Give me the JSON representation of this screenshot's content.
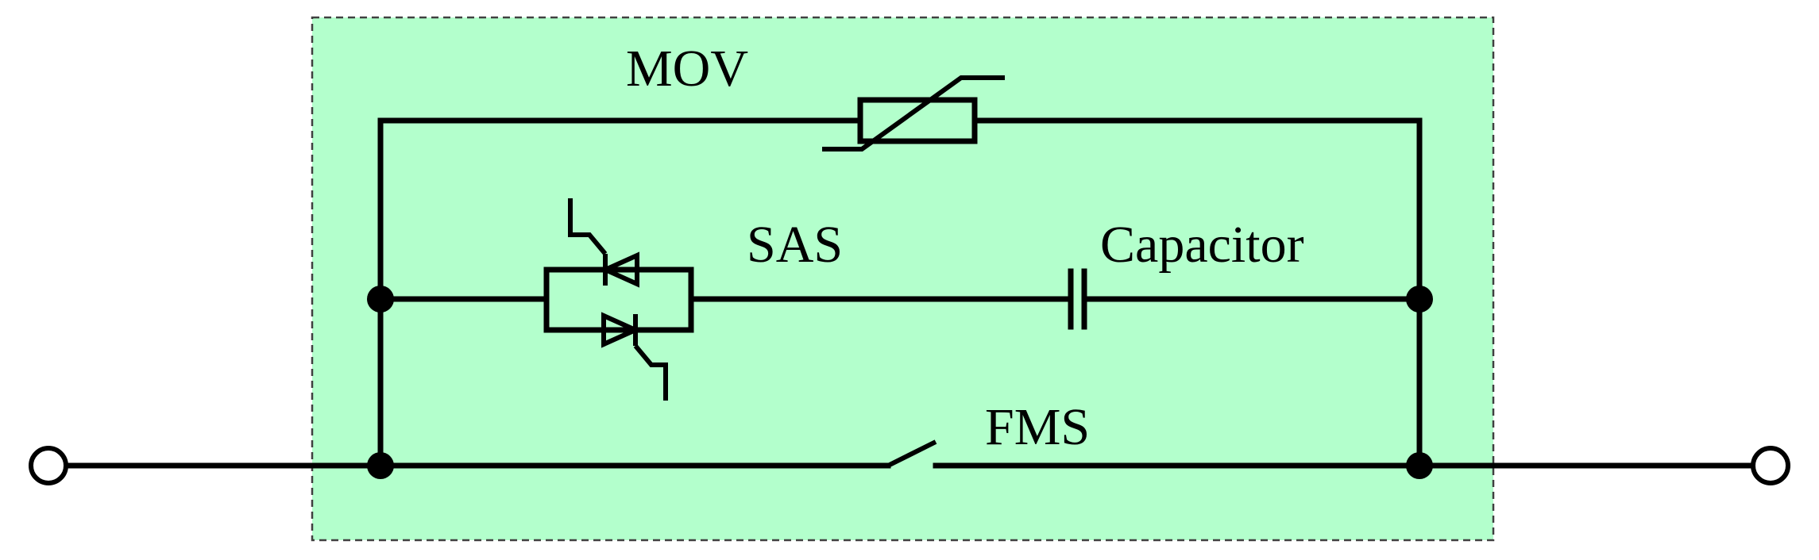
{
  "diagram": {
    "labels": {
      "mov": "MOV",
      "sas": "SAS",
      "capacitor": "Capacitor",
      "fms": "FMS"
    },
    "colors": {
      "box_fill": "#b3ffcc",
      "box_border": "#404040",
      "line": "#000000"
    },
    "components": [
      "mov-varistor",
      "sas-thyristor-pair",
      "capacitor",
      "fms-switch"
    ]
  }
}
